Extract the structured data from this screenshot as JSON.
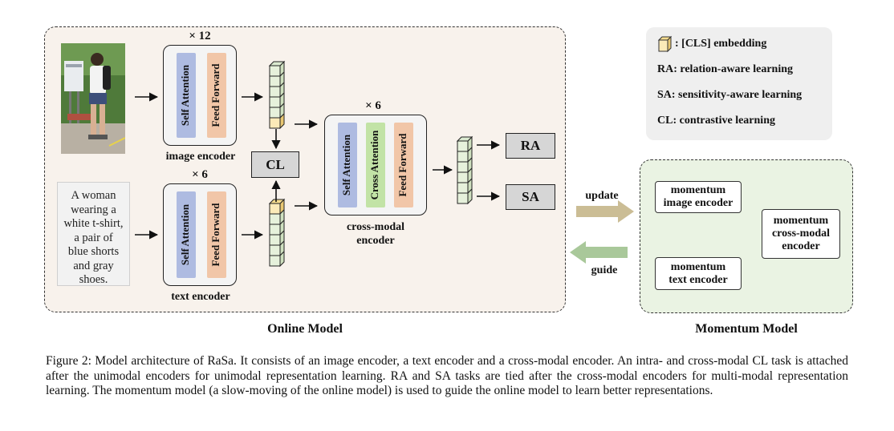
{
  "legend": {
    "cls": ": [CLS] embedding",
    "ra": "RA: relation-aware learning",
    "sa": "SA: sensitivity-aware learning",
    "cl": "CL: contrastive learning"
  },
  "image_encoder": {
    "repeat": "× 12",
    "self_attention": "Self  Attention",
    "feed_forward": "Feed  Forward",
    "label": "image encoder"
  },
  "text_encoder": {
    "repeat": "× 6",
    "self_attention": "Self  Attention",
    "feed_forward": "Feed  Forward",
    "label": "text encoder"
  },
  "cross_modal_encoder": {
    "repeat": "× 6",
    "self_attention": "Self  Attention",
    "cross_attention": "Cross  Attention",
    "feed_forward": "Feed  Forward",
    "label_line1": "cross-modal",
    "label_line2": "encoder"
  },
  "text_input": [
    "A woman",
    "wearing a",
    "white t-shirt,",
    "a pair of",
    "blue shorts",
    "and gray",
    "shoes."
  ],
  "cl_label": "CL",
  "ra_label": "RA",
  "sa_label": "SA",
  "update_label": "update",
  "guide_label": "guide",
  "momentum": {
    "image_encoder": [
      "momentum",
      "image encoder"
    ],
    "cross_modal_encoder": [
      "momentum",
      "cross-modal",
      "encoder"
    ],
    "text_encoder": [
      "momentum",
      "text encoder"
    ]
  },
  "online_model_title": "Online Model",
  "momentum_model_title": "Momentum Model",
  "caption": "Figure 2: Model architecture of RaSa. It consists of an image encoder, a text encoder and a cross-modal encoder. An intra- and cross-modal CL task is attached after the unimodal encoders for unimodal representation learning. RA and SA tasks are tied after the cross-modal encoders for multi-modal representation learning. The momentum model (a slow-moving of the online model) is used to guide the online model to learn better representations.",
  "colors": {
    "self_attention": "#aebbe1",
    "feed_forward": "#f1c6a8",
    "cross_attention": "#c2e3a6",
    "token": "#e6f1db",
    "cls_token": "#fbeab8",
    "update_arrow": "#cbbd95",
    "guide_arrow": "#a9c89a"
  }
}
